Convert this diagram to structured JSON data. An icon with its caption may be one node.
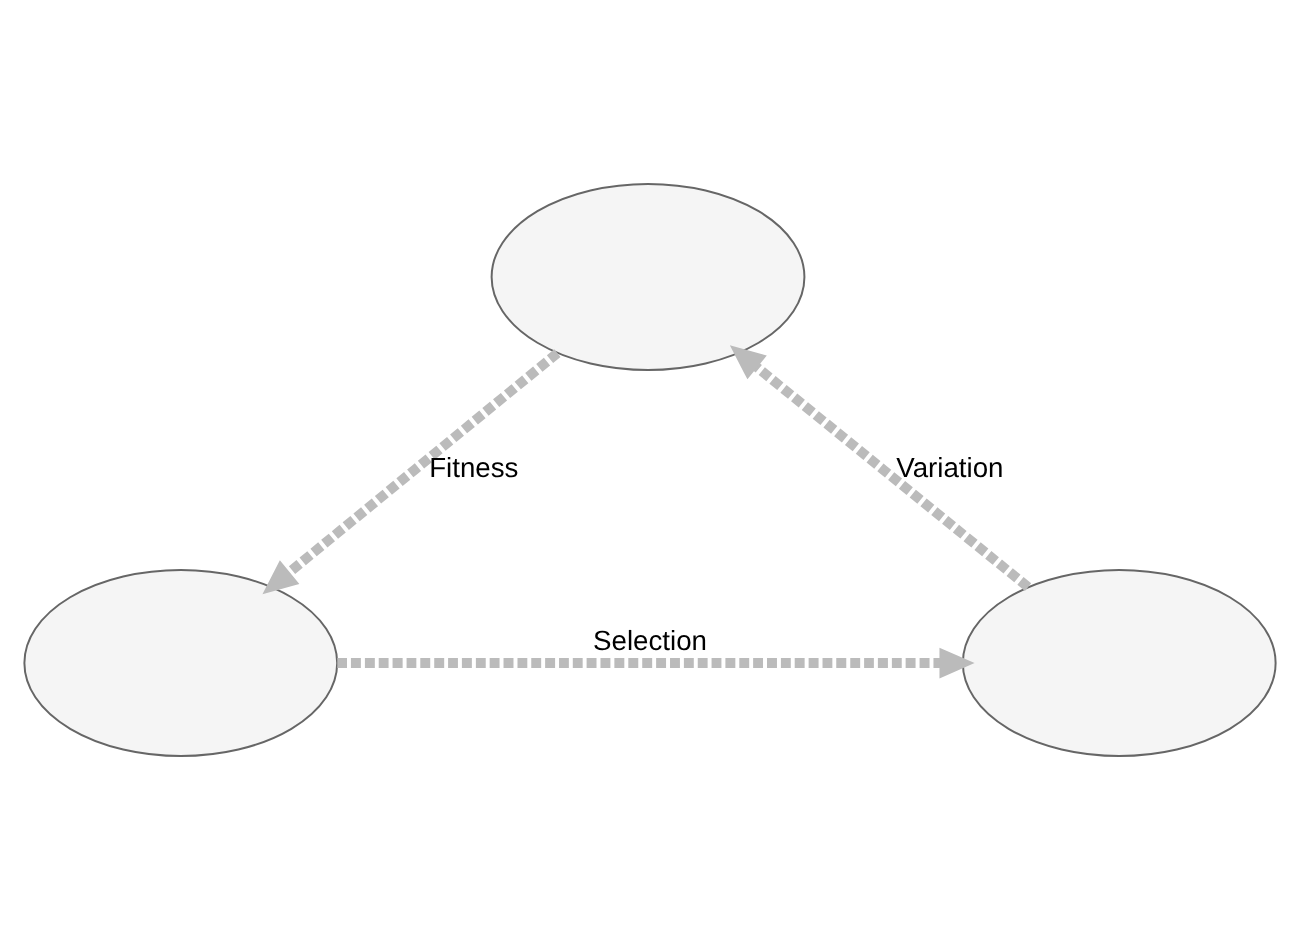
{
  "diagram": {
    "nodes": [
      {
        "text": [],
        "shape": "ellipse"
      },
      {
        "text": [],
        "shape": "ellipse"
      },
      {
        "text": [],
        "shape": "ellipse"
      }
    ],
    "edges": [
      {
        "from": 0,
        "to": 2,
        "arrow": "to",
        "label": "Fitness",
        "style": "dashed"
      },
      {
        "from": 2,
        "to": 1,
        "arrow": "to",
        "label": "Selection",
        "style": "dashed"
      },
      {
        "from": 1,
        "to": 0,
        "arrow": "to",
        "label": "Variation",
        "style": "dashed"
      }
    ]
  }
}
